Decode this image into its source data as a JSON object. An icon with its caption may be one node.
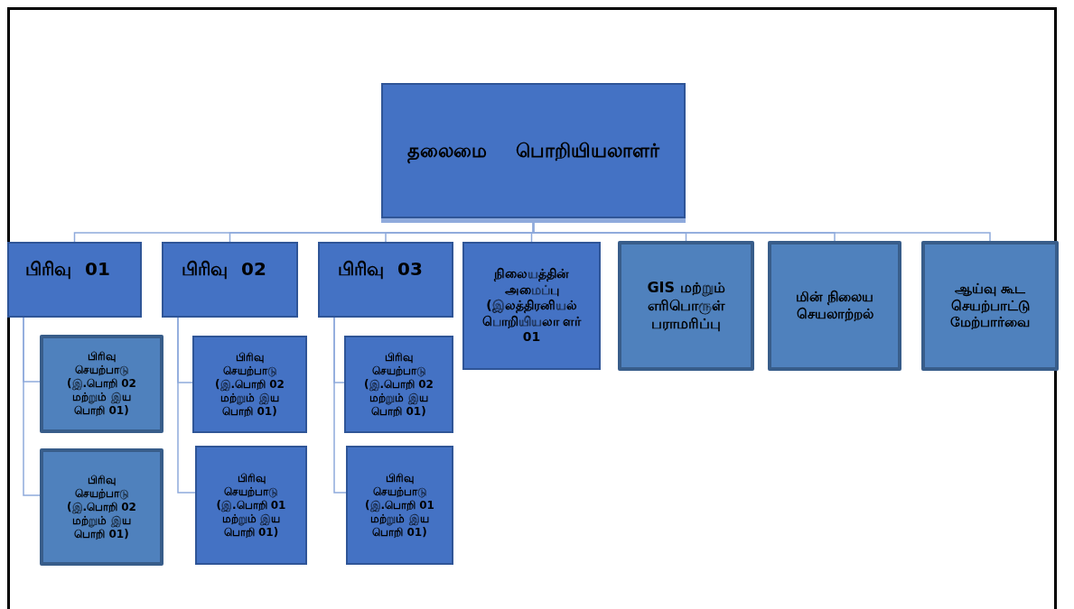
{
  "diagram": {
    "nodes": [
      {
        "text": [
          "தலைமை பொறியியலாளர்"
        ]
      },
      {
        "text": [
          "பிரிவு 01"
        ]
      },
      {
        "text": [
          "பிரிவு 02"
        ]
      },
      {
        "text": [
          "பிரிவு 03"
        ]
      },
      {
        "text": [
          "நிலையத்தின் அமைப்பு (இலத்திரனியல் பொறியியலா ளர் 01"
        ]
      },
      {
        "text": [
          "GIS மற்றும் எரிபொருள் பராமரிப்பு"
        ]
      },
      {
        "text": [
          "மின் நிலைய செயலாற்றல்"
        ]
      },
      {
        "text": [
          "ஆய்வு கூட செயற்பாட்டு மேற்பார்வை"
        ]
      },
      {
        "text": [
          "பிரிவு செயற்பாடு (இ.பொறி 02 மற்றும் இய பொறி 01)"
        ]
      },
      {
        "text": [
          "பிரிவு செயற்பாடு (இ.பொறி 02 மற்றும் இய பொறி 01)"
        ]
      },
      {
        "text": [
          "பிரிவு செயற்பாடு (இ.பொறி 02 மற்றும் இய பொறி 01)"
        ]
      },
      {
        "text": [
          "பிரிவு செயற்பாடு (இ.பொறி 01 மற்றும் இய பொறி 01)"
        ]
      },
      {
        "text": [
          "பிரிவு செயற்பாடு (இ.பொறி 02 மற்றும் இய பொறி 01)"
        ]
      },
      {
        "text": [
          "பிரிவு செயற்பாடு (இ.பொறி 01 மற்றும் இய பொறி 01)"
        ]
      }
    ],
    "edges": [
      {
        "from": 0,
        "to": 1,
        "arrow": "none"
      },
      {
        "from": 0,
        "to": 2,
        "arrow": "none"
      },
      {
        "from": 0,
        "to": 3,
        "arrow": "none"
      },
      {
        "from": 0,
        "to": 4,
        "arrow": "none"
      },
      {
        "from": 0,
        "to": 5,
        "arrow": "none"
      },
      {
        "from": 0,
        "to": 6,
        "arrow": "none"
      },
      {
        "from": 0,
        "to": 7,
        "arrow": "none"
      },
      {
        "from": 1,
        "to": 8,
        "arrow": "none"
      },
      {
        "from": 1,
        "to": 9,
        "arrow": "none"
      },
      {
        "from": 2,
        "to": 10,
        "arrow": "none"
      },
      {
        "from": 2,
        "to": 11,
        "arrow": "none"
      },
      {
        "from": 3,
        "to": 12,
        "arrow": "none"
      },
      {
        "from": 3,
        "to": 13,
        "arrow": "none"
      }
    ]
  }
}
